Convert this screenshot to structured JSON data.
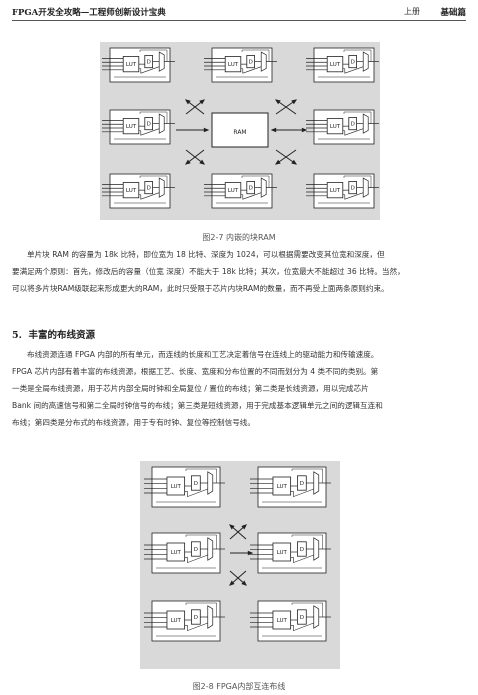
{
  "header": {
    "title": "FPGA开发全攻略—工程师创新设计宝典",
    "volume": "上册",
    "part": "基础篇"
  },
  "figure1": {
    "caption": "图2-7 内嵌的块RAM",
    "ram_label": "RAM",
    "cell_label_lut": "LUT",
    "cell_label_d": "D"
  },
  "para1": [
    "单片块 RAM 的容量为 18k 比特，即位宽为 18 比特、深度为 1024，可以根据需要改变其位宽和深度，但",
    "要满足两个原则：首先，修改后的容量（位宽 深度）不能大于 18k 比特；其次，位宽最大不能超过 36 比特。当然，",
    "可以将多片块RAM级联起来形成更大的RAM，此时只受限于芯片内块RAM的数量，而不再受上面两条原则约束。"
  ],
  "section": {
    "number": "5.",
    "title": "丰富的布线资源"
  },
  "para2": [
    "布线资源连通 FPGA 内部的所有单元，而连线的长度和工艺决定着信号在连线上的驱动能力和传输速度。",
    "FPGA 芯片内部有着丰富的布线资源，根据工艺、长度、宽度和分布位置的不同而划分为 4 类不同的类别。第",
    "一类是全局布线资源，用于芯片内部全局时钟和全局复位 / 置位的布线；第二类是长线资源，用以完成芯片",
    "Bank 间的高速信号和第二全局时钟信号的布线；第三类是短线资源，用于完成基本逻辑单元之间的逻辑互连和",
    "布线；第四类是分布式的布线资源，用于专有时钟、复位等控制信号线。"
  ],
  "figure2": {
    "caption": "图2-8 FPGA内部互连布线",
    "cell_label_lut": "LUT",
    "cell_label_d": "D"
  }
}
